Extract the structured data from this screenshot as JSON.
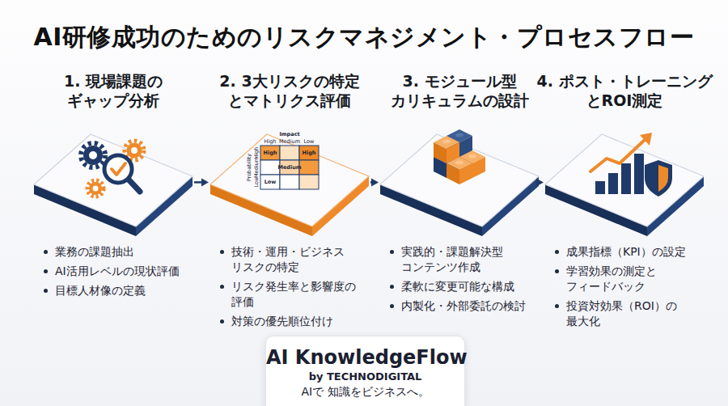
{
  "diagram": {
    "title": "AI研修成功のためのリスクマネジメント・プロセスフロー",
    "nodes": [
      {
        "text": [
          "1. 現場課題の ギャップ分析",
          "業務の課題抽出",
          "AI活用レベルの現状評価",
          "目標人材像の定義"
        ]
      },
      {
        "text": [
          "2. 3大リスクの特定 とマトリクス評価",
          "技術・運用・ビジネス リスクの特定",
          "リスク発生率と影響度の 評価",
          "対策の優先順位付け"
        ]
      },
      {
        "text": [
          "3. モジュール型 カリキュラムの設計",
          "実践的・課題解決型 コンテンツ作成",
          "柔軟に変更可能な構成",
          "内製化・外部委託の検討"
        ]
      },
      {
        "text": [
          "4. ポスト・トレーニング とROI測定",
          "成果指標（KPI）の設定",
          "学習効果の測定と フィードバック",
          "投資対効果（ROI）の 最大化"
        ]
      },
      {
        "text": [
          "AI KnowledgeFlow",
          "by TECHNODIGITAL",
          "AIで 知識をビジネスへ。"
        ]
      }
    ],
    "edges": [
      {
        "from": 0,
        "to": 1,
        "arrow": "to"
      },
      {
        "from": 1,
        "to": 2,
        "arrow": "to"
      },
      {
        "from": 2,
        "to": 3,
        "arrow": "to"
      }
    ],
    "labels": [
      "Impact",
      "High",
      "Medium",
      "Low",
      "Probability",
      "High",
      "Medium",
      "Low",
      "High",
      "High",
      "Medium",
      "Low"
    ]
  }
}
